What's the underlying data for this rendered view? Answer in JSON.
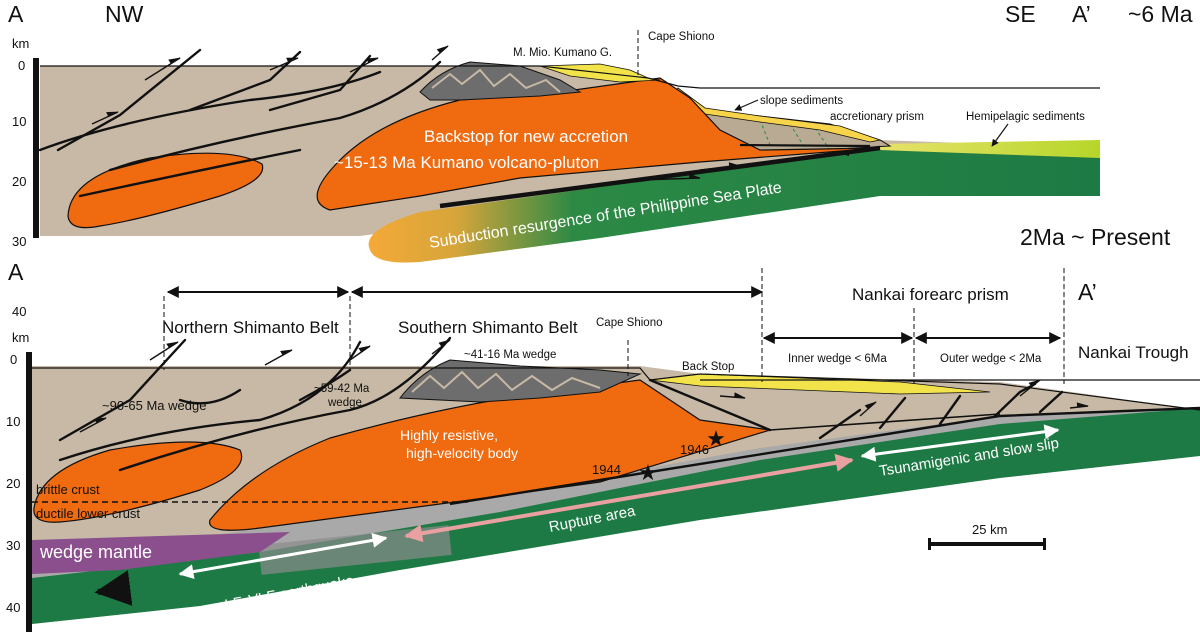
{
  "top_panel": {
    "left_label": "A",
    "left_dir": "NW",
    "right_dir": "SE",
    "right_label": "A’",
    "age": "~6 Ma",
    "depth_unit": "km",
    "depth_ticks": [
      "0",
      "10",
      "20",
      "30"
    ],
    "labels": {
      "kumano_group": "M. Mio. Kumano G.",
      "cape": "Cape Shiono",
      "slope": "slope sediments",
      "prism": "accretionary prism",
      "hemipelagic": "Hemipelagic sediments",
      "backstop": "Backstop for new accretion",
      "pluton": "~15-13 Ma Kumano  volcano-pluton",
      "subduction": "Subduction resurgence of the Philippine Sea Plate"
    }
  },
  "bottom_panel": {
    "age": "2Ma ~ Present",
    "left_label": "A",
    "right_label": "A’",
    "depth_unit": "km",
    "depth_ticks": [
      "0",
      "10",
      "20",
      "30",
      "40"
    ],
    "top_tick": "40",
    "labels": {
      "northern": "Northern Shimanto Belt",
      "southern": "Southern Shimanto Belt",
      "cape": "Cape Shiono",
      "wedge_41": "~41-16 Ma wedge",
      "back_stop": "Back Stop",
      "nankai_prism": "Nankai forearc prism",
      "inner": "Inner wedge < 6Ma",
      "outer": "Outer wedge < 2Ma",
      "trough": "Nankai Trough",
      "wedge_90": "~90-65 Ma wedge",
      "wedge_59_a": "~59-42 Ma",
      "wedge_59_b": "wedge",
      "resistive_a": "Highly resistive,",
      "resistive_b": "high-velocity body",
      "eq1944": "1944",
      "eq1946": "1946",
      "brittle": "brittle crust",
      "ductile": "ductile lower crust",
      "mantle": "wedge mantle",
      "lf": "LF, VLF earthquake",
      "rupture": "Rupture area",
      "tsunami": "Tsunamigenic and slow slip",
      "scale": "25 km"
    }
  },
  "colors": {
    "sediment": "#c8b9a6",
    "orange": "#f06a0f",
    "plate_green": "#1d7a44",
    "yellow": "#f2e34a",
    "gray": "#a9a9a9",
    "purple": "#8a4f8c",
    "pink_arrow": "#e9a0a0",
    "lime": "#c4dd2e"
  }
}
